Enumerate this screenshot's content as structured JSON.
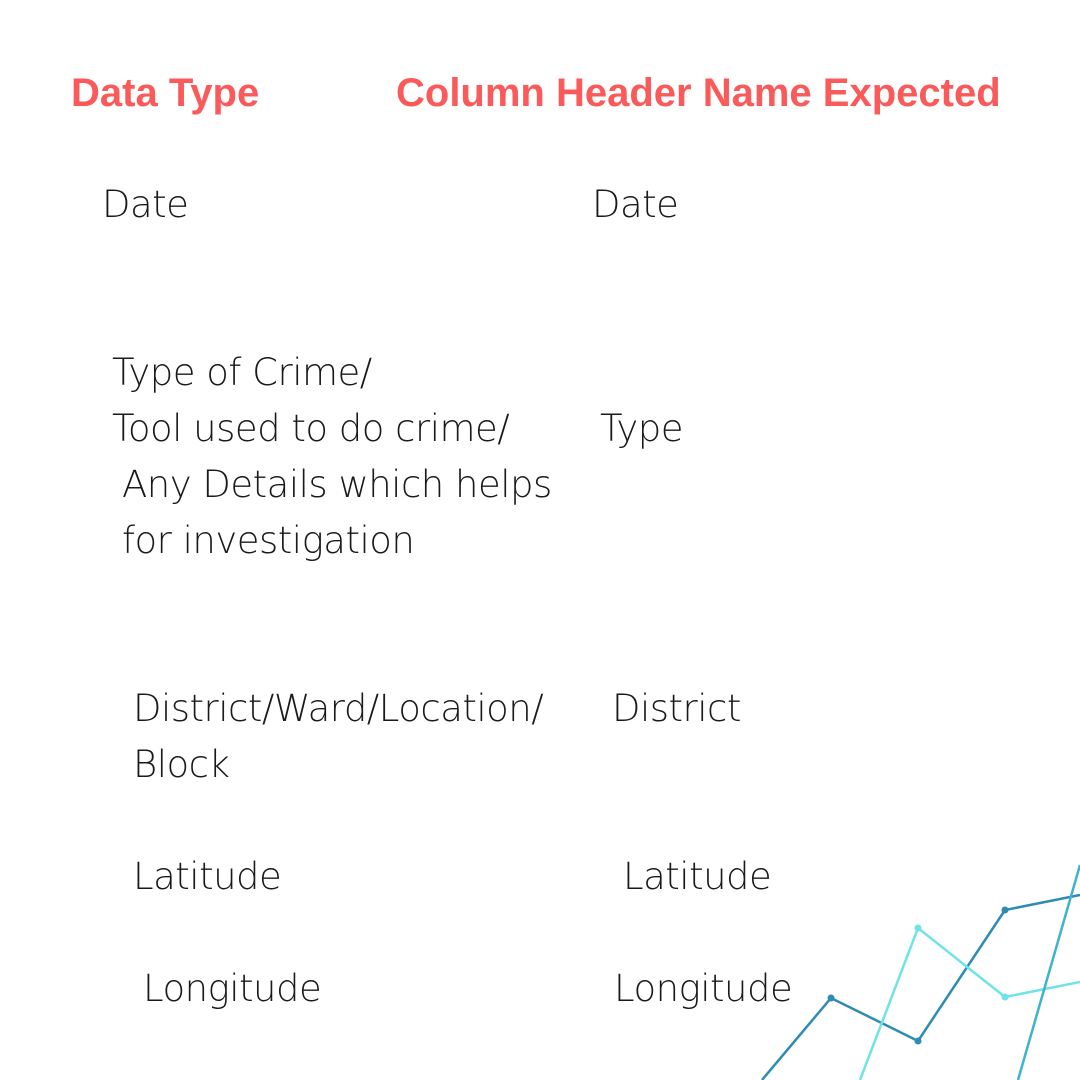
{
  "colors": {
    "header": "#fa5a5a",
    "text": "#1a1a1a",
    "deco_dark": "#2d8bb4",
    "deco_light": "#6fe3e6",
    "deco_mid": "#3fb2cf"
  },
  "headers": {
    "data_type": "Data Type",
    "column_header": "Column Header Name Expected"
  },
  "rows": [
    {
      "data_type_lines": [
        "Date"
      ],
      "column_header": "Date"
    },
    {
      "data_type_lines": [
        "Type of Crime/",
        "Tool used to do crime/",
        " Any Details which helps",
        " for investigation"
      ],
      "column_header": "Type"
    },
    {
      "data_type_lines": [
        "District/Ward/Location/",
        "Block"
      ],
      "column_header": "District"
    },
    {
      "data_type_lines": [
        "Latitude"
      ],
      "column_header": "Latitude"
    },
    {
      "data_type_lines": [
        "Longitude"
      ],
      "column_header": "Longitude"
    }
  ]
}
